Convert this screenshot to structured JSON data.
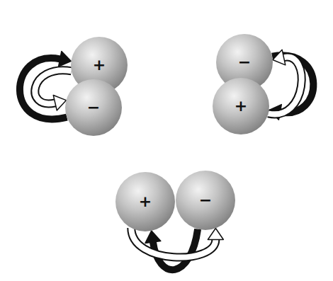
{
  "diagram": {
    "nodes": [
      {
        "text": [
          "+"
        ]
      },
      {
        "text": [
          "−"
        ]
      },
      {
        "text": [
          "−"
        ]
      },
      {
        "text": [
          "+"
        ]
      },
      {
        "text": [
          "+"
        ]
      },
      {
        "text": [
          "−"
        ]
      }
    ],
    "edges": [
      {
        "from": 1,
        "to": 0,
        "arrow": "to"
      },
      {
        "from": 0,
        "to": 1,
        "arrow": "to"
      },
      {
        "from": 2,
        "to": 3,
        "arrow": "to"
      },
      {
        "from": 3,
        "to": 2,
        "arrow": "to"
      },
      {
        "from": 5,
        "to": 4,
        "arrow": "to"
      },
      {
        "from": 4,
        "to": 5,
        "arrow": "to"
      }
    ]
  }
}
